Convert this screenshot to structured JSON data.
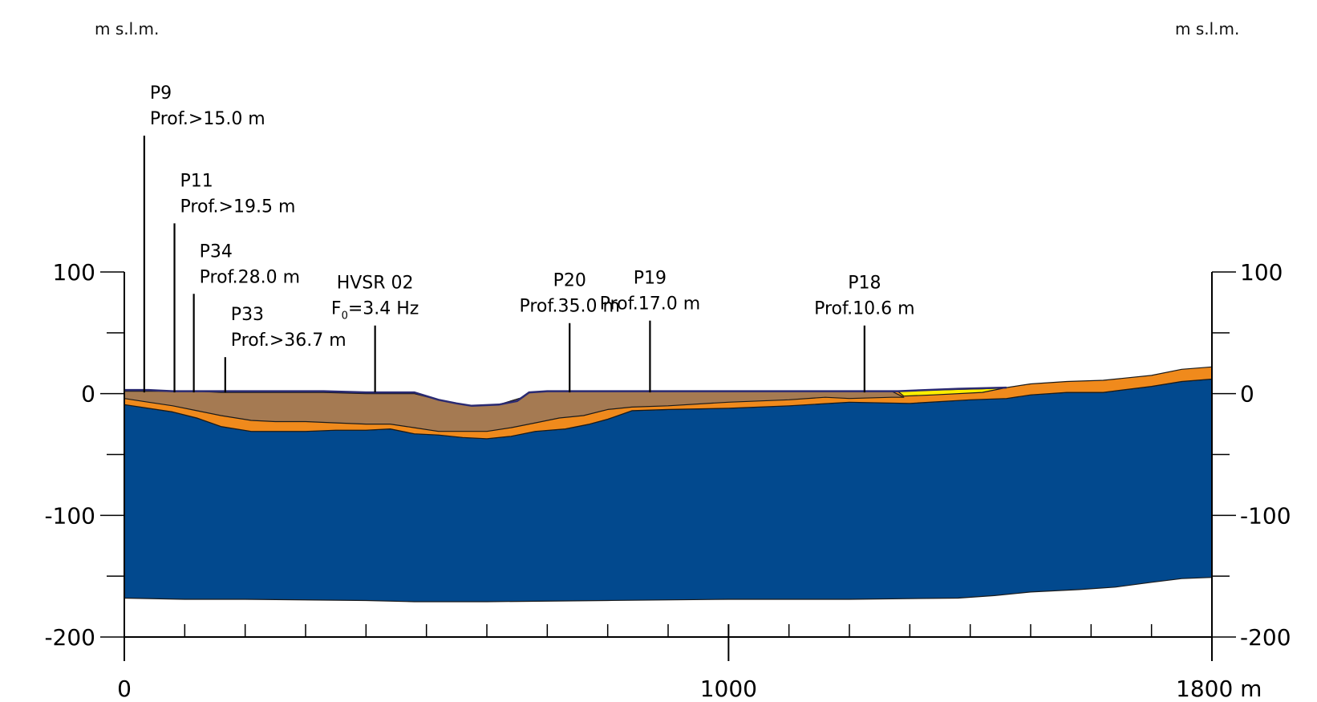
{
  "axes": {
    "left_unit": "m s.l.m.",
    "right_unit": "m s.l.m.",
    "y_ticks": [
      {
        "value": 100,
        "label": "100"
      },
      {
        "value": 0,
        "label": "0"
      },
      {
        "value": -100,
        "label": "-100"
      },
      {
        "value": -200,
        "label": "-200"
      }
    ],
    "x_ticks": [
      {
        "value": 0,
        "label": "0"
      },
      {
        "value": 1000,
        "label": "1000"
      },
      {
        "value": 1800,
        "label": "1800 m"
      }
    ],
    "x_range": [
      0,
      1800
    ],
    "y_range": [
      -200,
      100
    ],
    "x_minor_step": 100,
    "y_minor_step": 50
  },
  "wells": [
    {
      "id": "P9",
      "line1": "P9",
      "line2": "Prof.>15.0 m",
      "x": 33,
      "top": 212
    },
    {
      "id": "P11",
      "line1": "P11",
      "line2": "Prof.>19.5 m",
      "x": 83,
      "top": 140
    },
    {
      "id": "P34",
      "line1": "P34",
      "line2": "Prof.28.0 m",
      "x": 115,
      "top": 82
    },
    {
      "id": "P33",
      "line1": "P33",
      "line2": "Prof.>36.7 m",
      "x": 167,
      "top": 30
    },
    {
      "id": "HVSR02",
      "line1": "HVSR 02",
      "line2": "F0=3.4 Hz",
      "line2_sub": "0",
      "x": 415,
      "top": 56
    },
    {
      "id": "P20",
      "line1": "P20",
      "line2": "Prof.35.0 m",
      "x": 737,
      "top": 58
    },
    {
      "id": "P19",
      "line1": "P19",
      "line2": "Prof.17.0 m",
      "x": 870,
      "top": 60
    },
    {
      "id": "P18",
      "line1": "P18",
      "line2": "Prof.10.6 m",
      "x": 1225,
      "top": 56
    }
  ],
  "layers": [
    {
      "name": "bedrock",
      "color": "#02498e",
      "polygon": [
        [
          0,
          -9
        ],
        [
          40,
          -12
        ],
        [
          80,
          -15
        ],
        [
          120,
          -20
        ],
        [
          160,
          -27
        ],
        [
          210,
          -31
        ],
        [
          250,
          -31
        ],
        [
          300,
          -31
        ],
        [
          350,
          -30
        ],
        [
          400,
          -30
        ],
        [
          440,
          -29
        ],
        [
          480,
          -33
        ],
        [
          520,
          -34
        ],
        [
          560,
          -36
        ],
        [
          600,
          -37
        ],
        [
          640,
          -35
        ],
        [
          680,
          -31
        ],
        [
          730,
          -29
        ],
        [
          770,
          -25
        ],
        [
          800,
          -21
        ],
        [
          840,
          -14
        ],
        [
          900,
          -13
        ],
        [
          1000,
          -12
        ],
        [
          1100,
          -10
        ],
        [
          1200,
          -7
        ],
        [
          1300,
          -8
        ],
        [
          1400,
          -5
        ],
        [
          1460,
          -4
        ],
        [
          1500,
          -1
        ],
        [
          1560,
          1
        ],
        [
          1620,
          1
        ],
        [
          1700,
          6
        ],
        [
          1750,
          10
        ],
        [
          1800,
          12
        ],
        [
          1800,
          -151
        ],
        [
          1750,
          -152
        ],
        [
          1700,
          -155
        ],
        [
          1640,
          -159
        ],
        [
          1580,
          -161
        ],
        [
          1500,
          -163
        ],
        [
          1440,
          -166
        ],
        [
          1380,
          -168
        ],
        [
          1200,
          -169
        ],
        [
          1000,
          -169
        ],
        [
          800,
          -170
        ],
        [
          600,
          -171
        ],
        [
          480,
          -171
        ],
        [
          400,
          -170
        ],
        [
          200,
          -169
        ],
        [
          100,
          -169
        ],
        [
          0,
          -168
        ]
      ]
    },
    {
      "name": "gravel",
      "color": "#f08a1c",
      "polygon": [
        [
          0,
          2
        ],
        [
          40,
          2
        ],
        [
          80,
          2
        ],
        [
          120,
          2
        ],
        [
          160,
          1
        ],
        [
          250,
          1
        ],
        [
          330,
          1
        ],
        [
          400,
          0
        ],
        [
          480,
          0
        ],
        [
          520,
          -5
        ],
        [
          550,
          -8
        ],
        [
          575,
          -10
        ],
        [
          620,
          -9
        ],
        [
          660,
          -3
        ],
        [
          670,
          1
        ],
        [
          700,
          2
        ],
        [
          800,
          2
        ],
        [
          900,
          2
        ],
        [
          1000,
          2
        ],
        [
          1100,
          2
        ],
        [
          1200,
          2
        ],
        [
          1280,
          2
        ],
        [
          1380,
          4
        ],
        [
          1460,
          5
        ],
        [
          1500,
          8
        ],
        [
          1560,
          10
        ],
        [
          1620,
          11
        ],
        [
          1700,
          15
        ],
        [
          1750,
          20
        ],
        [
          1800,
          22
        ],
        [
          1800,
          12
        ],
        [
          1750,
          10
        ],
        [
          1700,
          6
        ],
        [
          1620,
          1
        ],
        [
          1560,
          1
        ],
        [
          1500,
          -1
        ],
        [
          1460,
          -4
        ],
        [
          1400,
          -5
        ],
        [
          1300,
          -8
        ],
        [
          1200,
          -7
        ],
        [
          1100,
          -10
        ],
        [
          1000,
          -12
        ],
        [
          900,
          -13
        ],
        [
          840,
          -14
        ],
        [
          800,
          -21
        ],
        [
          770,
          -25
        ],
        [
          730,
          -29
        ],
        [
          680,
          -31
        ],
        [
          640,
          -35
        ],
        [
          600,
          -37
        ],
        [
          560,
          -36
        ],
        [
          520,
          -34
        ],
        [
          480,
          -33
        ],
        [
          440,
          -29
        ],
        [
          400,
          -30
        ],
        [
          350,
          -30
        ],
        [
          300,
          -31
        ],
        [
          250,
          -31
        ],
        [
          210,
          -31
        ],
        [
          160,
          -27
        ],
        [
          120,
          -20
        ],
        [
          80,
          -15
        ],
        [
          40,
          -12
        ],
        [
          0,
          -9
        ]
      ]
    },
    {
      "name": "sandy-silt",
      "color": "#a57a52",
      "polygon": [
        [
          0,
          2
        ],
        [
          40,
          2
        ],
        [
          80,
          2
        ],
        [
          120,
          2
        ],
        [
          160,
          1
        ],
        [
          250,
          1
        ],
        [
          330,
          1
        ],
        [
          400,
          0
        ],
        [
          480,
          0
        ],
        [
          520,
          -5
        ],
        [
          550,
          -8
        ],
        [
          575,
          -10
        ],
        [
          620,
          -9
        ],
        [
          660,
          -3
        ],
        [
          670,
          1
        ],
        [
          700,
          2
        ],
        [
          800,
          2
        ],
        [
          900,
          2
        ],
        [
          1000,
          2
        ],
        [
          1100,
          2
        ],
        [
          1200,
          2
        ],
        [
          1270,
          2
        ],
        [
          1290,
          -3
        ],
        [
          1270,
          -3
        ],
        [
          1200,
          -4
        ],
        [
          1160,
          -3
        ],
        [
          1100,
          -5
        ],
        [
          1000,
          -7
        ],
        [
          900,
          -10
        ],
        [
          840,
          -11
        ],
        [
          800,
          -13
        ],
        [
          760,
          -18
        ],
        [
          720,
          -20
        ],
        [
          680,
          -24
        ],
        [
          640,
          -28
        ],
        [
          600,
          -31
        ],
        [
          560,
          -31
        ],
        [
          520,
          -31
        ],
        [
          480,
          -28
        ],
        [
          440,
          -25
        ],
        [
          400,
          -25
        ],
        [
          350,
          -24
        ],
        [
          300,
          -23
        ],
        [
          250,
          -23
        ],
        [
          210,
          -22
        ],
        [
          160,
          -18
        ],
        [
          120,
          -14
        ],
        [
          80,
          -10
        ],
        [
          40,
          -7
        ],
        [
          0,
          -4
        ]
      ]
    },
    {
      "name": "lens",
      "color": "#ffee00",
      "polygon": [
        [
          1280,
          2
        ],
        [
          1340,
          3
        ],
        [
          1420,
          4
        ],
        [
          1460,
          5
        ],
        [
          1420,
          1
        ],
        [
          1340,
          -1
        ],
        [
          1290,
          -2
        ]
      ]
    }
  ],
  "surface": {
    "color": "#2a2a72",
    "points": [
      [
        0,
        3
      ],
      [
        40,
        3
      ],
      [
        80,
        2
      ],
      [
        120,
        2
      ],
      [
        160,
        2
      ],
      [
        250,
        2
      ],
      [
        330,
        2
      ],
      [
        400,
        1
      ],
      [
        480,
        1
      ],
      [
        520,
        -5
      ],
      [
        550,
        -8
      ],
      [
        575,
        -10
      ],
      [
        620,
        -9
      ],
      [
        650,
        -6
      ],
      [
        670,
        1
      ],
      [
        700,
        2
      ],
      [
        800,
        2
      ],
      [
        900,
        2
      ],
      [
        1000,
        2
      ],
      [
        1100,
        2
      ],
      [
        1200,
        2
      ],
      [
        1280,
        2
      ],
      [
        1380,
        4
      ],
      [
        1460,
        5
      ]
    ]
  }
}
